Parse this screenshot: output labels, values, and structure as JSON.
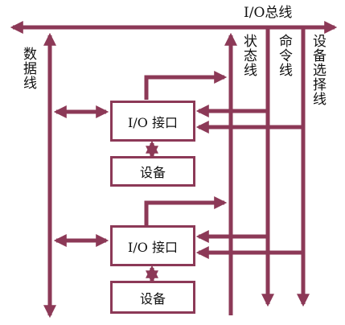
{
  "colors": {
    "line": "#8c3957",
    "text": "#111111",
    "background": "#ffffff"
  },
  "labels": {
    "io_bus": "I/O总线",
    "data_line": "数据线",
    "status_line": "状态线",
    "command_line": "命令线",
    "device_select_line": "设备选择线"
  },
  "units": [
    {
      "interface": "I/O 接口",
      "device": "设备"
    },
    {
      "interface": "I/O 接口",
      "device": "设备"
    }
  ]
}
